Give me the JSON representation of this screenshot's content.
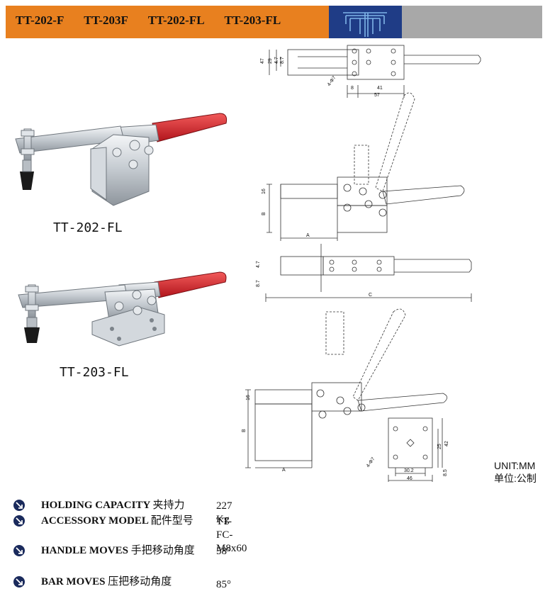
{
  "header": {
    "models": [
      "TT-202-F",
      "TT-203F",
      "TT-202-FL",
      "TT-203-FL"
    ]
  },
  "products": [
    {
      "label": "TT-202-FL"
    },
    {
      "label": "TT-203-FL"
    }
  ],
  "drawing": {
    "top_view_dims": [
      "47",
      "29",
      "4.7",
      "8.7",
      "4-Φ7",
      "8",
      "41",
      "57"
    ],
    "side_view_dims": [
      "16",
      "B",
      "A"
    ],
    "plan_view_dims": [
      "4.7",
      "8.7",
      "C"
    ],
    "lower_view_dims": [
      "16",
      "B",
      "A",
      "4-Φ7",
      "30.2",
      "46",
      "8.5",
      "25",
      "42"
    ]
  },
  "unit": {
    "en": "UNIT:MM",
    "cn": "单位:公制"
  },
  "specs": [
    {
      "label": "HOLDING CAPACITY",
      "label_cn": "夹持力",
      "value": "227 Kg"
    },
    {
      "label": "ACCESSORY MODEL",
      "label_cn": "配件型号",
      "value": "TT-FC-M8x60"
    },
    {
      "label": "HANDLE MOVES",
      "label_cn": "手把移动角度",
      "value": "58°"
    },
    {
      "label": "BAR MOVES",
      "label_cn": "压把移动角度",
      "value": "85°"
    }
  ],
  "colors": {
    "header_orange": "#e8801f",
    "header_blue": "#1f3c86",
    "header_gray": "#a8a8a8",
    "handle_red": "#d8232a",
    "bullet_navy": "#1a2a5c"
  }
}
